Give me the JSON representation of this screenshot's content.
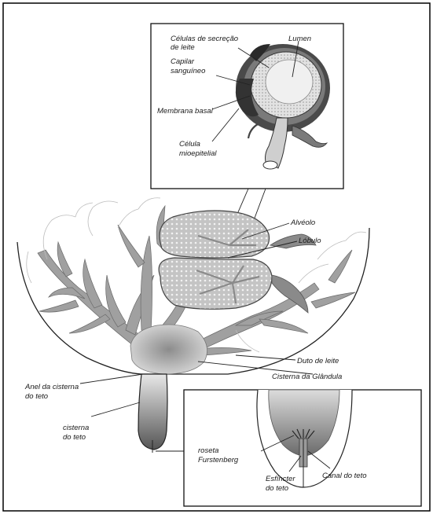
{
  "labels": {
    "celulas_secrecao_l1": "Células de secreção",
    "celulas_secrecao_l2": "de leite",
    "lumen": "Lumen",
    "capilar_l1": "Capilar",
    "capilar_l2": "sanguíneo",
    "membrana_basal": "Membrana basal",
    "celula_mio_l1": "Célula",
    "celula_mio_l2": "mioepitelial",
    "alveolo": "Alvéolo",
    "lobulo": "Lóbulo",
    "duto_leite": "Duto de leite",
    "cisterna_glandula": "Cisterna da Glândula",
    "anel_l1": "Anel da cisterna",
    "anel_l2": "do teto",
    "cisterna_teto_l1": "cisterna",
    "cisterna_teto_l2": "do teto",
    "roseta_l1": "roseta",
    "roseta_l2": "Furstenberg",
    "esfincter_l1": "Esfíncter",
    "esfincter_l2": "do teto",
    "canal_teto": "Canal do teto"
  },
  "colors": {
    "tissue": "#9a9a9a",
    "tissue_dark": "#5a5a5a",
    "outline": "#222222",
    "lobule_fill": "#b8b8b8"
  }
}
